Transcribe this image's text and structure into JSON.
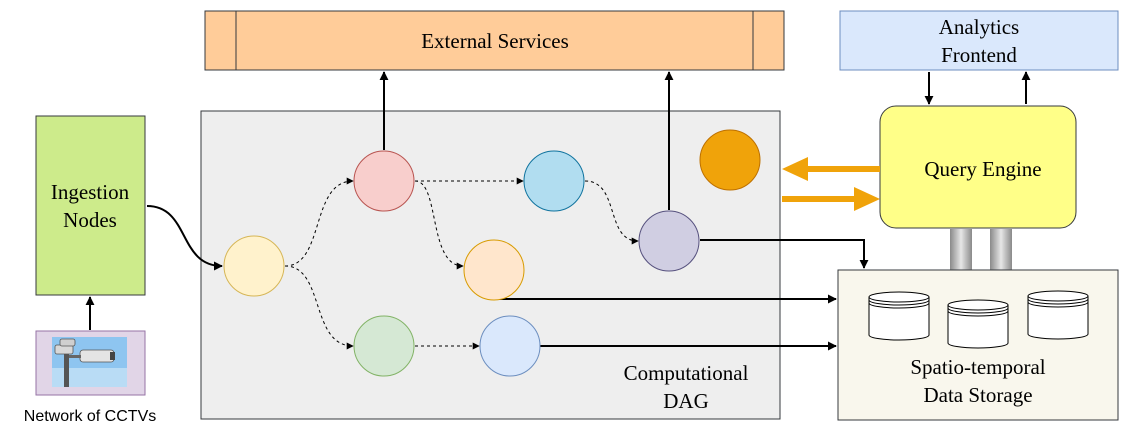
{
  "labels": {
    "external_services": "External Services",
    "analytics_frontend_line1": "Analytics",
    "analytics_frontend_line2": "Frontend",
    "ingestion_line1": "Ingestion",
    "ingestion_line2": "Nodes",
    "query_engine": "Query Engine",
    "dag_line1": "Computational",
    "dag_line2": "DAG",
    "storage_line1": "Spatio-temporal",
    "storage_line2": "Data Storage",
    "cctv_caption": "Network of CCTVs"
  },
  "colors": {
    "external_services_fill": "#ffcc99",
    "analytics_fill": "#dae8fc",
    "ingestion_fill": "#cdeb8b",
    "query_engine_fill": "#ffff88",
    "dag_fill": "#eeeeee",
    "storage_fill": "#f9f7ed",
    "cctv_fill": "#e1d5e7",
    "orange_arrow": "#f0a30a"
  },
  "icons": {
    "cctv": "cctv-camera-icon",
    "database": "database-cylinder-icon"
  }
}
